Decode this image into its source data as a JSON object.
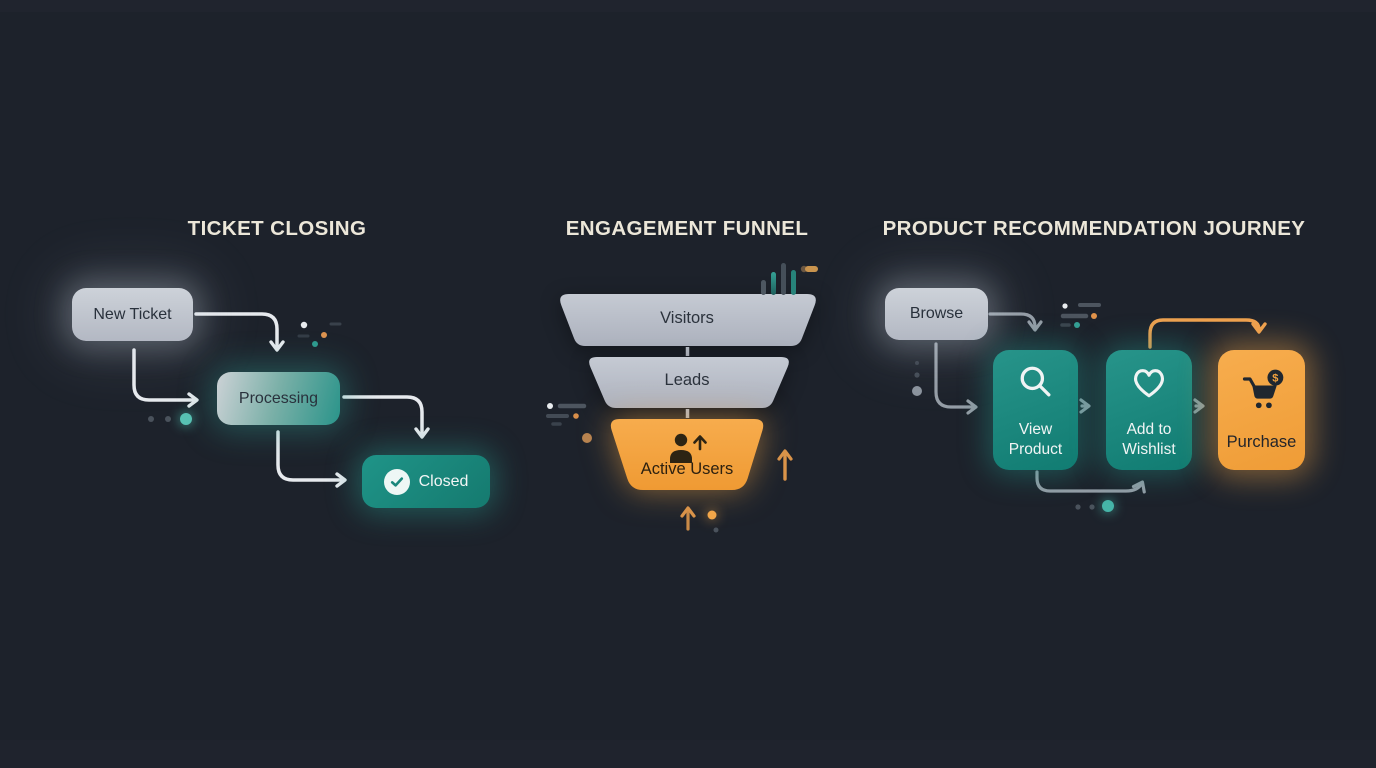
{
  "sections": {
    "ticket_closing": {
      "title": "TICKET CLOSING",
      "nodes": {
        "new_ticket": "New Ticket",
        "processing": "Processing",
        "closed": "Closed"
      }
    },
    "engagement_funnel": {
      "title": "ENGAGEMENT FUNNEL",
      "levels": [
        "Visitors",
        "Leads",
        "Active Users"
      ]
    },
    "product_journey": {
      "title": "PRODUCT RECOMMENDATION JOURNEY",
      "nodes": {
        "browse": "Browse",
        "view_product": "View Product",
        "add_to_wishlist": "Add to Wishlist",
        "purchase": "Purchase"
      },
      "purchase_badge": "$"
    }
  },
  "icons": {
    "check_circle": "✓",
    "search": "magnifier",
    "heart": "♡",
    "cart_dollar": "shopping cart with $ badge",
    "user_growth": "person with up arrow"
  },
  "colors": {
    "background": "#1d222b",
    "title_text": "#ece7d9",
    "node_silver": "#bcc1ca",
    "accent_teal": "#1b877c",
    "accent_orange": "#f2a23f",
    "arrow_light": "#e7eaee",
    "arrow_gray": "#959da6",
    "node_text_dark": "#29313c",
    "node_text_light": "#f2f5f5"
  }
}
